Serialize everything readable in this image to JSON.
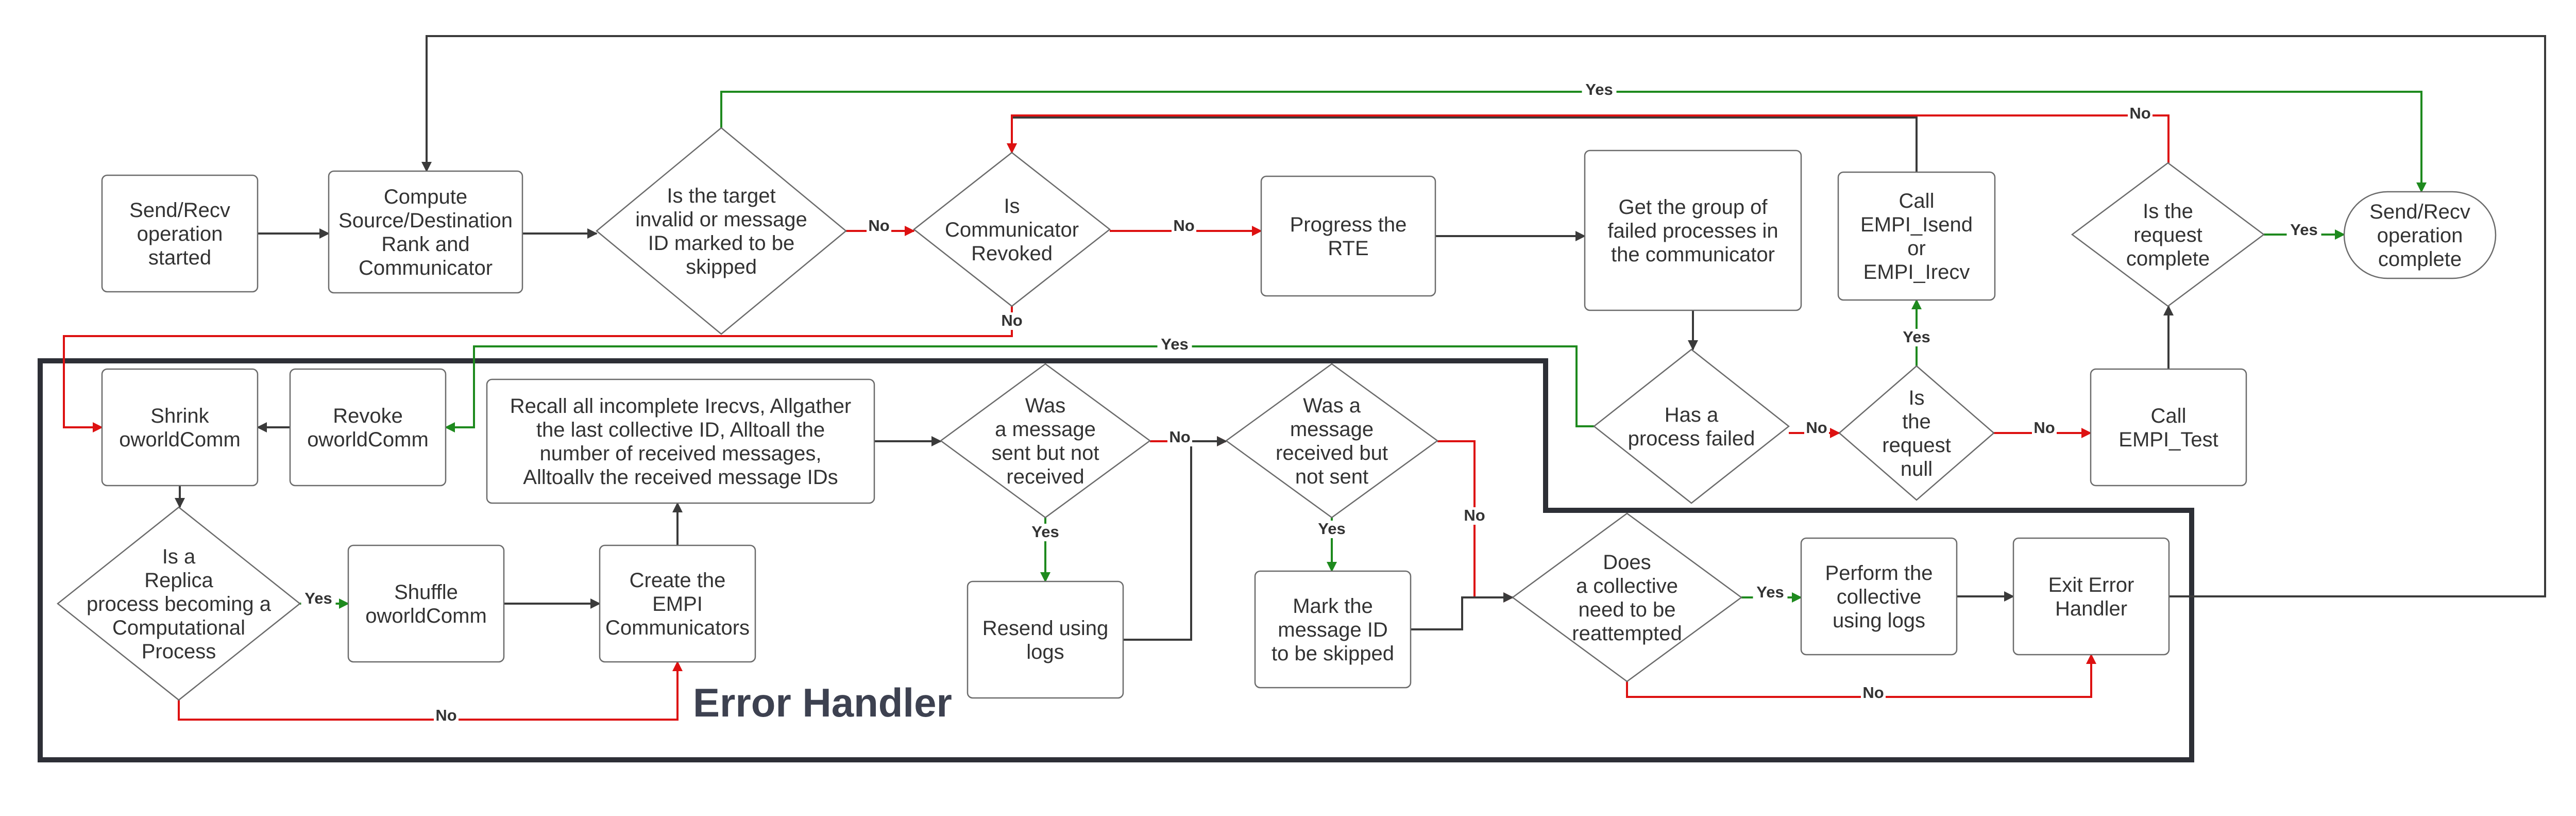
{
  "region": {
    "title": "Error Handler"
  },
  "colors": {
    "default_edge": "#3a3a3a",
    "yes_edge": "#1e8a1e",
    "no_edge": "#dd1111",
    "node_border": "#6b6b6b",
    "region_border": "#2d2f36"
  },
  "nodes": {
    "send_recv_started": {
      "shape": "rect",
      "lines": [
        "Send/Recv",
        "operation",
        "started"
      ]
    },
    "compute_rank": {
      "shape": "rect",
      "lines": [
        "Compute",
        "Source/Destination",
        "Rank and",
        "Communicator"
      ]
    },
    "target_invalid": {
      "shape": "diamond",
      "lines": [
        "Is the target",
        "invalid or message",
        "ID marked to be",
        "skipped"
      ]
    },
    "comm_revoked": {
      "shape": "diamond",
      "lines": [
        "Is",
        "Communicator",
        "Revoked"
      ]
    },
    "progress_rte": {
      "shape": "rect",
      "lines": [
        "Progress the",
        "RTE"
      ]
    },
    "get_failed_group": {
      "shape": "rect",
      "lines": [
        "Get the group of",
        "failed processes in",
        "the communicator"
      ]
    },
    "call_isend": {
      "shape": "rect",
      "lines": [
        "Call",
        "EMPI_Isend",
        "or",
        "EMPI_Irecv"
      ]
    },
    "request_complete": {
      "shape": "diamond",
      "lines": [
        "Is the",
        "request",
        "complete"
      ]
    },
    "send_recv_complete": {
      "shape": "terminal",
      "lines": [
        "Send/Recv",
        "operation",
        "complete"
      ]
    },
    "shrink": {
      "shape": "rect",
      "lines": [
        "Shrink",
        "oworldComm"
      ]
    },
    "revoke": {
      "shape": "rect",
      "lines": [
        "Revoke",
        "oworldComm"
      ]
    },
    "recall": {
      "shape": "rect",
      "lines": [
        "Recall all incomplete Irecvs, Allgather",
        "the last collective ID, Alltoall the",
        "number of received messages,",
        "Alltoallv the received message IDs"
      ]
    },
    "msg_sent_not_received": {
      "shape": "diamond",
      "lines": [
        "Was",
        "a message",
        "sent but not",
        "received"
      ]
    },
    "msg_received_not_sent": {
      "shape": "diamond",
      "lines": [
        "Was a",
        "message",
        "received but",
        "not sent"
      ]
    },
    "process_failed": {
      "shape": "diamond",
      "lines": [
        "Has a",
        "process failed"
      ]
    },
    "request_null": {
      "shape": "diamond",
      "lines": [
        "Is",
        "the",
        "request",
        "null"
      ]
    },
    "call_test": {
      "shape": "rect",
      "lines": [
        "Call",
        "EMPI_Test"
      ]
    },
    "replica_becoming": {
      "shape": "diamond",
      "lines": [
        "Is a",
        "Replica",
        "process becoming a",
        "Computational",
        "Process"
      ]
    },
    "shuffle": {
      "shape": "rect",
      "lines": [
        "Shuffle",
        "oworldComm"
      ]
    },
    "create_empi": {
      "shape": "rect",
      "lines": [
        "Create the",
        "EMPI",
        "Communicators"
      ]
    },
    "resend_logs": {
      "shape": "rect",
      "lines": [
        "Resend using",
        "logs"
      ]
    },
    "mark_skipped": {
      "shape": "rect",
      "lines": [
        "Mark the",
        "message ID",
        "to be skipped"
      ]
    },
    "collective_reattempt": {
      "shape": "diamond",
      "lines": [
        "Does",
        "a collective",
        "need to be",
        "reattempted"
      ]
    },
    "perform_collective": {
      "shape": "rect",
      "lines": [
        "Perform the",
        "collective",
        "using logs"
      ]
    },
    "exit_handler": {
      "shape": "rect",
      "lines": [
        "Exit Error",
        "Handler"
      ]
    }
  },
  "edges": [
    {
      "from": "send_recv_started",
      "to": "compute_rank",
      "kind": "default",
      "label": ""
    },
    {
      "from": "compute_rank",
      "to": "target_invalid",
      "kind": "default",
      "label": ""
    },
    {
      "from": "target_invalid",
      "to": "comm_revoked",
      "kind": "no",
      "label": "No"
    },
    {
      "from": "target_invalid",
      "to": "send_recv_complete",
      "kind": "yes",
      "label": "Yes"
    },
    {
      "from": "comm_revoked",
      "to": "progress_rte",
      "kind": "no",
      "label": "No"
    },
    {
      "from": "comm_revoked",
      "to": "shrink",
      "kind": "no",
      "label": "No"
    },
    {
      "from": "progress_rte",
      "to": "get_failed_group",
      "kind": "default",
      "label": ""
    },
    {
      "from": "get_failed_group",
      "to": "process_failed",
      "kind": "default",
      "label": ""
    },
    {
      "from": "process_failed",
      "to": "request_null",
      "kind": "no",
      "label": "No"
    },
    {
      "from": "process_failed",
      "to": "revoke",
      "kind": "yes",
      "label": "Yes"
    },
    {
      "from": "request_null",
      "to": "call_isend",
      "kind": "yes",
      "label": "Yes"
    },
    {
      "from": "request_null",
      "to": "call_test",
      "kind": "no",
      "label": "No"
    },
    {
      "from": "call_isend",
      "to": "comm_revoked",
      "kind": "default",
      "label": ""
    },
    {
      "from": "call_test",
      "to": "request_complete",
      "kind": "default",
      "label": ""
    },
    {
      "from": "request_complete",
      "to": "send_recv_complete",
      "kind": "yes",
      "label": "Yes"
    },
    {
      "from": "request_complete",
      "to": "comm_revoked",
      "kind": "no",
      "label": "No"
    },
    {
      "from": "revoke",
      "to": "shrink",
      "kind": "default",
      "label": ""
    },
    {
      "from": "shrink",
      "to": "replica_becoming",
      "kind": "default",
      "label": ""
    },
    {
      "from": "replica_becoming",
      "to": "shuffle",
      "kind": "yes",
      "label": "Yes"
    },
    {
      "from": "replica_becoming",
      "to": "create_empi",
      "kind": "no",
      "label": "No"
    },
    {
      "from": "shuffle",
      "to": "create_empi",
      "kind": "default",
      "label": ""
    },
    {
      "from": "create_empi",
      "to": "recall",
      "kind": "default",
      "label": ""
    },
    {
      "from": "recall",
      "to": "msg_sent_not_received",
      "kind": "default",
      "label": ""
    },
    {
      "from": "msg_sent_not_received",
      "to": "resend_logs",
      "kind": "yes",
      "label": "Yes"
    },
    {
      "from": "msg_sent_not_received",
      "to": "msg_received_not_sent",
      "kind": "no",
      "label": "No"
    },
    {
      "from": "resend_logs",
      "to": "msg_received_not_sent",
      "kind": "default",
      "label": ""
    },
    {
      "from": "msg_received_not_sent",
      "to": "mark_skipped",
      "kind": "yes",
      "label": "Yes"
    },
    {
      "from": "msg_received_not_sent",
      "to": "collective_reattempt",
      "kind": "no",
      "label": "No"
    },
    {
      "from": "mark_skipped",
      "to": "collective_reattempt",
      "kind": "default",
      "label": ""
    },
    {
      "from": "collective_reattempt",
      "to": "perform_collective",
      "kind": "yes",
      "label": "Yes"
    },
    {
      "from": "collective_reattempt",
      "to": "exit_handler",
      "kind": "no",
      "label": "No"
    },
    {
      "from": "perform_collective",
      "to": "exit_handler",
      "kind": "default",
      "label": ""
    },
    {
      "from": "exit_handler",
      "to": "compute_rank",
      "kind": "default",
      "label": ""
    }
  ]
}
